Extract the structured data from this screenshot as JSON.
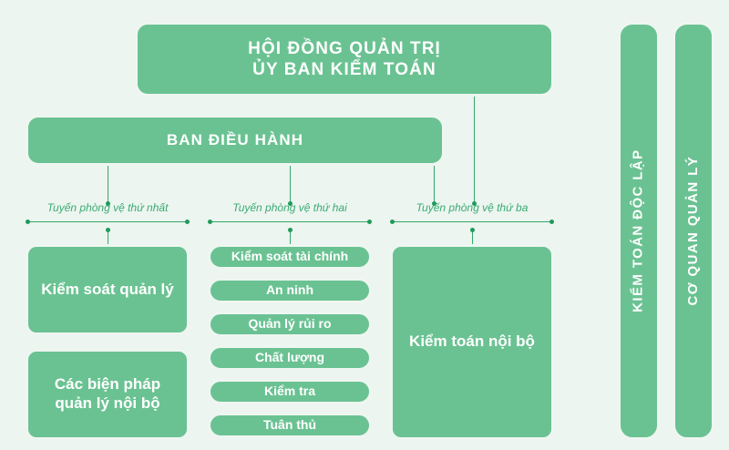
{
  "diagram": {
    "title_top": "HỘI ĐỒNG QUẢN TRỊ",
    "title_top_line2": "ỦY BAN KIỂM TOÁN",
    "executive": "BAN ĐIỀU HÀNH",
    "defense_lines": [
      {
        "label": "Tuyến phòng vệ thứ nhất"
      },
      {
        "label": "Tuyến phòng vệ thứ hai"
      },
      {
        "label": "Tuyến phòng vệ thứ ba"
      }
    ],
    "column_first": [
      {
        "label": "Kiểm soát quản lý"
      },
      {
        "label_line1": "Các biện pháp",
        "label_line2": "quản lý nội bộ"
      }
    ],
    "column_second": [
      {
        "label": "Kiểm soát tài chính"
      },
      {
        "label": "An ninh"
      },
      {
        "label": "Quản lý rủi ro"
      },
      {
        "label": "Chất lượng"
      },
      {
        "label": "Kiểm tra"
      },
      {
        "label": "Tuân thủ"
      }
    ],
    "column_third": [
      {
        "label": "Kiểm toán nội bộ"
      }
    ],
    "side_bars": [
      {
        "label": "KIỂM TOÁN ĐỘC LẬP"
      },
      {
        "label": "CƠ QUAN QUẢN LÝ"
      }
    ],
    "colors": {
      "background": "#ecf5f0",
      "box_fill": "#6ac292",
      "box_outline": "#eef6f1",
      "connector": "#36a76a",
      "dot": "#1f9b5a",
      "text": "#ffffff",
      "label_text": "#3bab72"
    }
  }
}
